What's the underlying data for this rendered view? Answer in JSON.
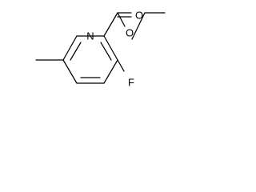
{
  "molecule": {
    "atoms": {
      "ring_nitrogen": "N",
      "carbonyl_oxygen": "O",
      "ester_oxygen": "O",
      "fluorine": "F"
    }
  },
  "colors": {
    "bond": "#000000",
    "label": "#000000",
    "background": "#ffffff"
  }
}
